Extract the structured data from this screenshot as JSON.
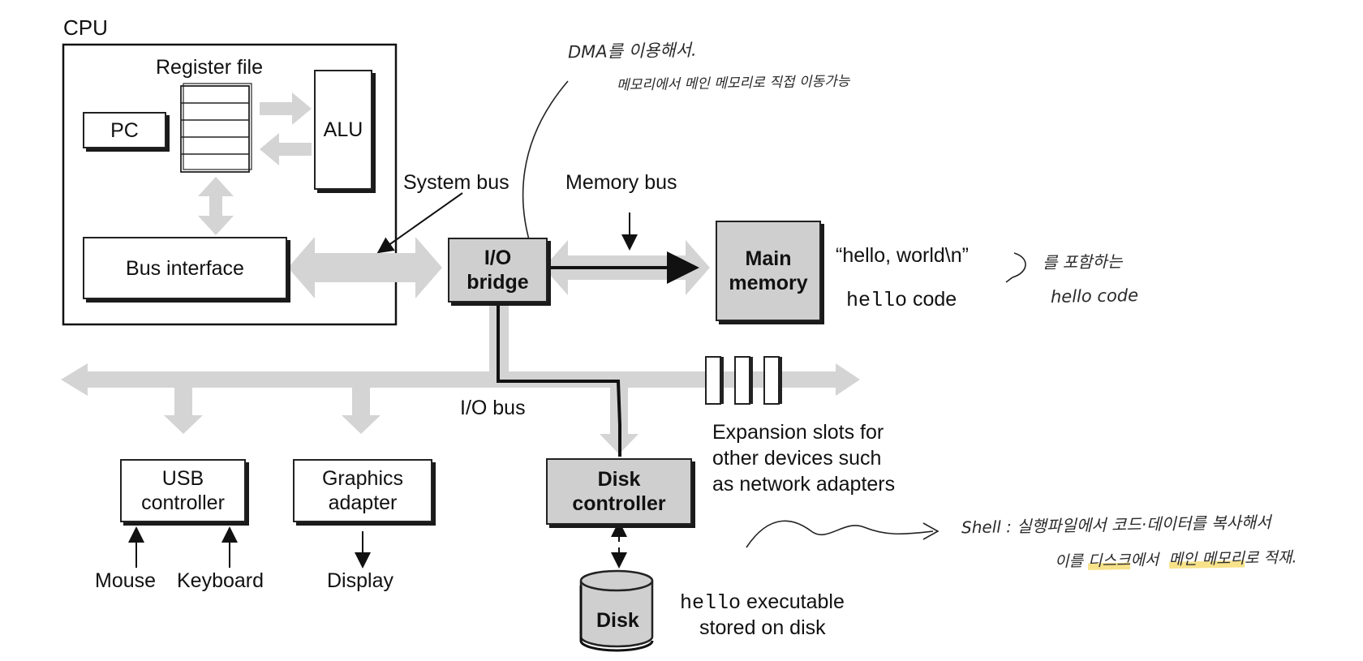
{
  "cpu": {
    "title": "CPU",
    "register_file": "Register file",
    "pc": "PC",
    "alu": "ALU",
    "bus_interface": "Bus interface"
  },
  "buses": {
    "system_bus": "System bus",
    "memory_bus": "Memory bus",
    "io_bus": "I/O bus"
  },
  "io_bridge": {
    "line1": "I/O",
    "line2": "bridge"
  },
  "main_memory": {
    "line1": "Main",
    "line2": "memory",
    "contents_string": "“hello, world\\n”",
    "contents_code_mono": "hello",
    "contents_code_text": "code"
  },
  "devices": {
    "usb_controller": {
      "line1": "USB",
      "line2": "controller"
    },
    "graphics_adapter": {
      "line1": "Graphics",
      "line2": "adapter"
    },
    "disk_controller": {
      "line1": "Disk",
      "line2": "controller"
    },
    "mouse": "Mouse",
    "keyboard": "Keyboard",
    "display": "Display",
    "disk": "Disk"
  },
  "expansion_slots": {
    "line1": "Expansion slots for",
    "line2": "other devices such",
    "line3": "as network adapters"
  },
  "disk_note": {
    "mono": "hello",
    "line1_text": "executable",
    "line2": "stored on disk"
  },
  "handwritten": {
    "dma_line1": "DMA를 이용해서.",
    "dma_line2": "메모리에서 메인 메모리로 직접 이동가능",
    "mem_note_line1": "를 포함하는",
    "mem_note_line2": "hello code",
    "shell_line1": "Shell : 실행파일에서 코드·데이터를 복사해서",
    "shell_line2_a": "이를",
    "shell_line2_disk": "디스크",
    "shell_line2_b": "에서",
    "shell_line2_main": "메인 메모리",
    "shell_line2_c": "로 적재."
  },
  "colors": {
    "bus_gray": "#d4d4d4",
    "box_gray": "#cfcfcf",
    "path_black": "#111111",
    "highlight_yellow": "#f7e28a"
  }
}
